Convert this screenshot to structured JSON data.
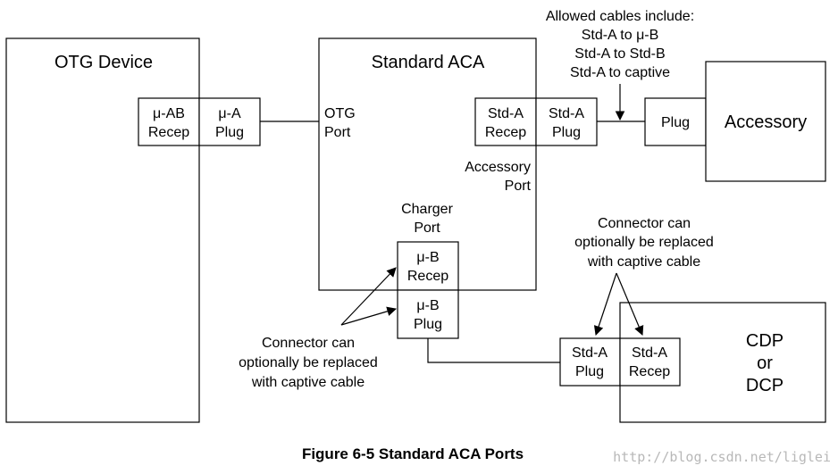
{
  "otg_device": {
    "title": "OTG Device"
  },
  "uab_recep": {
    "line1": "μ-AB",
    "line2": "Recep"
  },
  "ua_plug": {
    "line1": "μ-A",
    "line2": "Plug"
  },
  "aca": {
    "title": "Standard ACA",
    "otg_port": {
      "line1": "OTG",
      "line2": "Port"
    },
    "accessory_port": {
      "line1": "Accessory",
      "line2": "Port"
    },
    "charger_port": {
      "line1": "Charger",
      "line2": "Port"
    }
  },
  "stda_recep_top": {
    "line1": "Std-A",
    "line2": "Recep"
  },
  "stda_plug_top": {
    "line1": "Std-A",
    "line2": "Plug"
  },
  "allowed_cables": {
    "heading": "Allowed cables include:",
    "items": [
      "Std-A to μ-B",
      "Std-A to Std-B",
      "Std-A to captive"
    ]
  },
  "plug_box": {
    "label": "Plug"
  },
  "accessory": {
    "label": "Accessory"
  },
  "ub_recep": {
    "line1": "μ-B",
    "line2": "Recep"
  },
  "ub_plug": {
    "line1": "μ-B",
    "line2": "Plug"
  },
  "note_left": {
    "lines": [
      "Connector can",
      "optionally be replaced",
      "with captive cable"
    ]
  },
  "note_right": {
    "lines": [
      "Connector can",
      "optionally be replaced",
      "with captive cable"
    ]
  },
  "stda_plug_bottom": {
    "line1": "Std-A",
    "line2": "Plug"
  },
  "stda_recep_bottom": {
    "line1": "Std-A",
    "line2": "Recep"
  },
  "cdp": {
    "lines": [
      "CDP",
      "or",
      "DCP"
    ]
  },
  "caption": "Figure 6-5  Standard ACA Ports",
  "watermark": "http://blog.csdn.net/liglei"
}
